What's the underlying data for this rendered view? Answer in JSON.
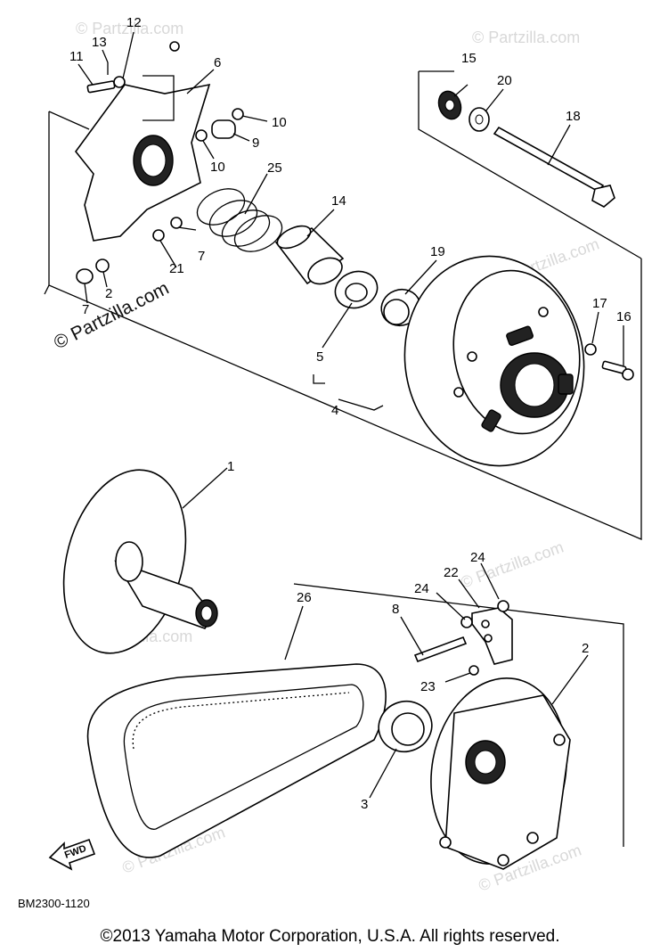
{
  "diagram": {
    "code": "BM2300-1120",
    "copyright": "©2013  Yamaha Motor Corporation, U.S.A. All rights reserved.",
    "watermark": "© Partzilla.com",
    "watermark_faint": "© Partzilla.com",
    "direction_label": "FWD",
    "callouts": {
      "c12": "12",
      "c13": "13",
      "c11": "11",
      "c6": "6",
      "c10a": "10",
      "c9": "9",
      "c10b": "10",
      "c25": "25",
      "c14": "14",
      "c21": "21",
      "c7a": "7",
      "c2a": "2",
      "c7b": "7",
      "c15": "15",
      "c20": "20",
      "c18": "18",
      "c19": "19",
      "c17": "17",
      "c16": "16",
      "c5": "5",
      "c4": "4",
      "c1": "1",
      "c26": "26",
      "c24a": "24",
      "c22": "22",
      "c24b": "24",
      "c8": "8",
      "c2b": "2",
      "c23": "23",
      "c3": "3"
    }
  }
}
